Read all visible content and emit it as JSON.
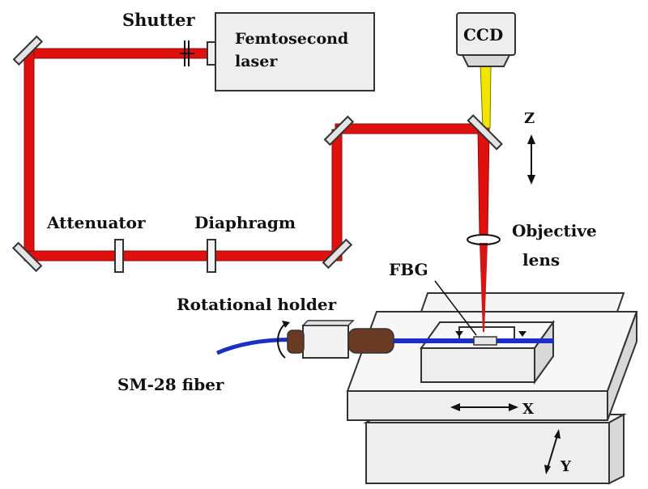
{
  "labels": {
    "shutter": "Shutter",
    "laser_line1": "Femtosecond",
    "laser_line2": "laser",
    "ccd": "CCD",
    "z_axis": "Z",
    "attenuator": "Attenuator",
    "diaphragm": "Diaphragm",
    "objective_line1": "Objective",
    "objective_line2": "lens",
    "fbg": "FBG",
    "rotational_holder": "Rotational holder",
    "fiber": "SM-28 fiber",
    "x_axis": "X",
    "y_axis": "Y"
  },
  "colors": {
    "beam": "#e0100f",
    "imaging_path": "#f2e600",
    "fiber": "#1a2fc8",
    "holder_clamp": "#6b3a24",
    "component_fill": "#ececec",
    "outline": "#333333"
  }
}
